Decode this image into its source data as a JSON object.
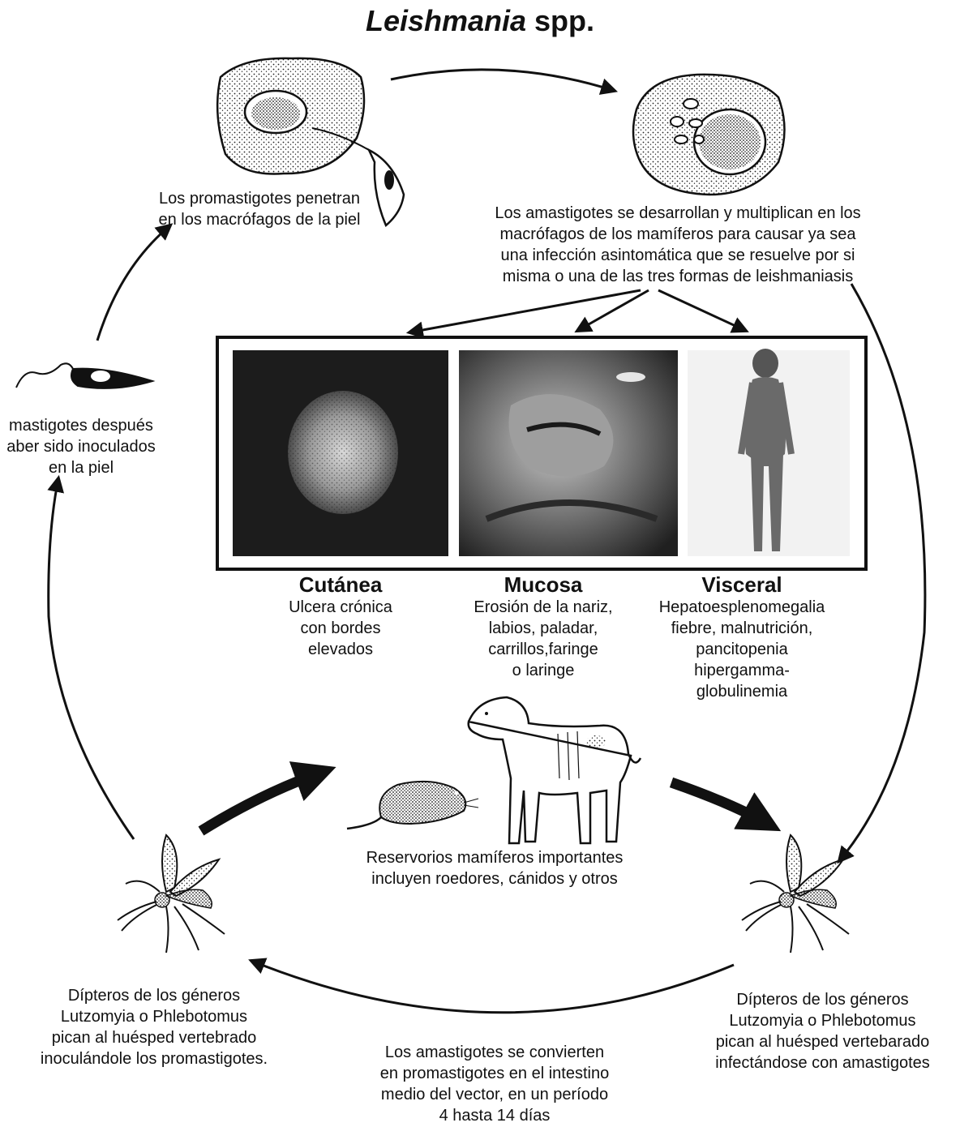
{
  "title": {
    "italic": "Leishmania",
    "rest": " spp."
  },
  "captions": {
    "promastigotes_penetrate": "Los promastigotes penetran\nen  los macrófagos de la piel",
    "amastigotes_multiply": "Los amastigotes se desarrollan y multiplican en los\nmacrófagos de los mamíferos para causar ya sea\nuna infección asintomática que se resuelve por si\nmisma o una de las tres formas de leishmaniasis",
    "promastigotes_inoculated": "mastigotes después\naber sido inoculados\nen la piel",
    "reservoirs": "Reservorios mamíferos importantes\nincluyen roedores, cánidos y otros",
    "vector_bites_left": "Dípteros de los géneros\nLutzomyia o Phlebotomus\npican al huésped vertebrado\ninoculándole los promastigotes.",
    "vector_bites_right": "Dípteros de los géneros\nLutzomyia o Phlebotomus\npican al huésped vertebarado\ninfectándose con amastigotes",
    "conversion": "Los amastigotes se convierten\nen promastigotes en el intestino\nmedio del vector, en un período\n4 hasta 14 días"
  },
  "forms": [
    {
      "name": "Cutánea",
      "desc": "Ulcera crónica\ncon bordes\nelevados"
    },
    {
      "name": "Mucosa",
      "desc": "Erosión de la nariz,\nlabios, paladar,\ncarrillos,faringe\no laringe"
    },
    {
      "name": "Visceral",
      "desc": "Hepatoesplenomegalia\nfiebre, malnutrición,\npancitopenia\nhipergamma-\nglobulinemia"
    }
  ],
  "colors": {
    "ink": "#111111",
    "paper": "#ffffff",
    "photo_dark": "#1c1c1c",
    "photo_mid": "#6a6a6a",
    "photo_light": "#f2f2f2"
  },
  "icons": [
    "macrophage-promastigote-icon",
    "macrophage-amastigotes-icon",
    "promastigote-icon",
    "rodent-icon",
    "dog-icon",
    "sandfly-icon"
  ]
}
